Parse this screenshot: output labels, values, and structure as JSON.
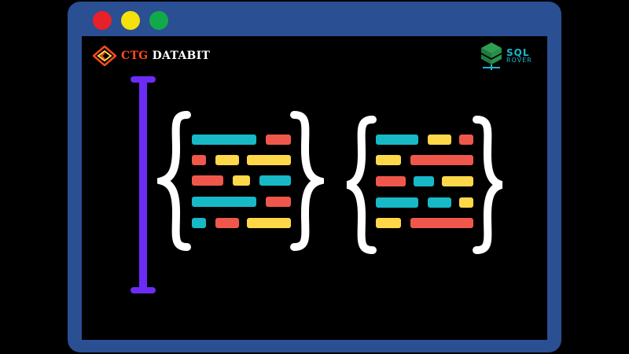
{
  "window": {
    "controls": [
      {
        "name": "close",
        "color": "#e8202a"
      },
      {
        "name": "minimize",
        "color": "#f5e20c"
      },
      {
        "name": "maximize",
        "color": "#12a94a"
      }
    ],
    "frame_color": "#2a4f93"
  },
  "brand_left": {
    "text_part1": "CTG ",
    "text_part2": "DATABIT",
    "icon": "ctg-logo-icon",
    "accent_color": "#ff4a1c"
  },
  "brand_right": {
    "line1": "SQL",
    "line2": "ROVER",
    "icon": "sql-rover-logo-icon",
    "color": "#19b7c9"
  },
  "code_art": {
    "icons": [
      "text-cursor-icon",
      "curly-brace-open-icon",
      "curly-brace-close-icon"
    ],
    "colors": {
      "cyan": "#17b9c7",
      "red": "#f0574b",
      "yellow": "#ffd84a",
      "cursor": "#6c2cf5"
    }
  }
}
